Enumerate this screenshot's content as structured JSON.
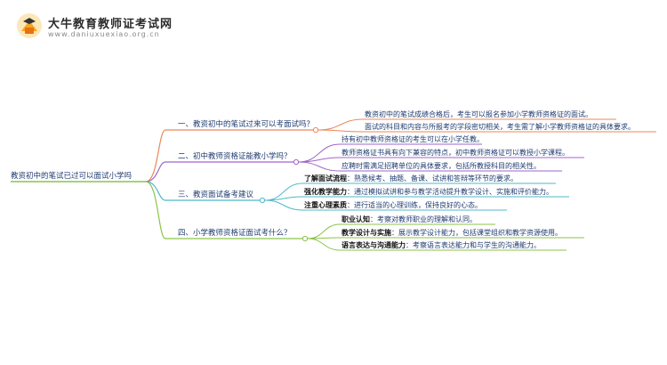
{
  "header": {
    "site_name": "大牛教育教师证考试网",
    "site_url": "www.daniuxuexiao.org.cn"
  },
  "mindmap": {
    "root": "教资初中的笔试已过可以面试小学吗",
    "branches": [
      {
        "label": "一、教资初中的笔试过来可以考面试吗？",
        "color": "#e8895a",
        "leaves": [
          {
            "text": "教资初中的笔试成绩合格后，考生可以报名参加小学教师资格证的面试。"
          },
          {
            "text": "面试的科目和内容与所报考的学段密切相关，考生需了解小学教师资格证的具体要求。"
          }
        ]
      },
      {
        "label": "二、初中教师资格证能教小学吗？",
        "color": "#a066c8",
        "leaves": [
          {
            "text": "持有初中教师资格证的考生可以在小学任教。"
          },
          {
            "text": "教师资格证书具有向下兼容的特点，初中教师资格证可以教授小学课程。"
          },
          {
            "text": "应聘时需满足招聘单位的具体要求，包括所教授科目的相关性。"
          }
        ]
      },
      {
        "label": "三、教资面试备考建议",
        "color": "#4fb8c8",
        "leaves": [
          {
            "bold": "了解面试流程",
            "text": "：熟悉候考、抽题、备课、试讲和答辩等环节的要求。"
          },
          {
            "bold": "强化教学能力",
            "text": "：通过模拟试讲和参与教学活动提升教学设计、实施和评价能力。"
          },
          {
            "bold": "注重心理素质",
            "text": "：进行适当的心理训练，保持良好的心态。"
          }
        ]
      },
      {
        "label": "四、小学教师资格证面试考什么？",
        "color": "#8cc34a",
        "leaves": [
          {
            "bold": "职业认知",
            "text": "：考察对教师职业的理解和认同。"
          },
          {
            "bold": "教学设计与实施",
            "text": "：展示教学设计能力，包括课堂组织和教学资源使用。"
          },
          {
            "bold": "语言表达与沟通能力",
            "text": "：考察语言表达能力和与学生的沟通能力。"
          }
        ]
      }
    ]
  },
  "colors": {
    "root_underline": "#8cc34a",
    "text": "#1f3b70",
    "bold_text": "#111111"
  },
  "icons": {
    "logo": "graduation-book-logo-icon"
  }
}
